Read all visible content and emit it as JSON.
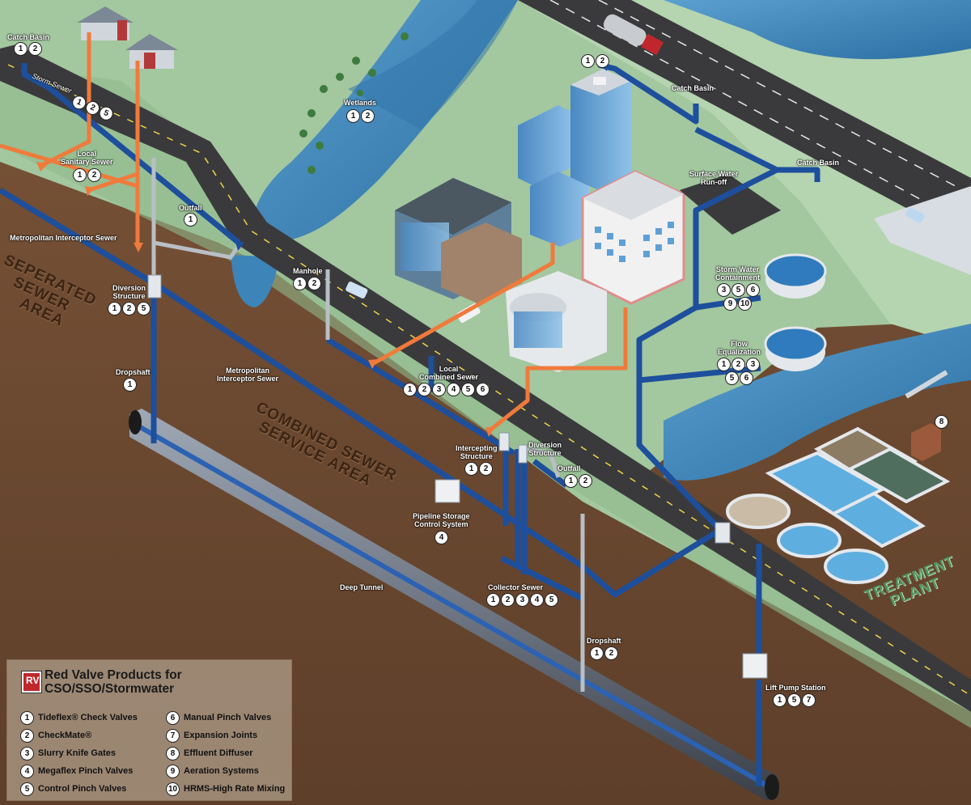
{
  "labels": {
    "catch_basin_left": "Catch Basin",
    "storm_sewer": "Storm Sewer",
    "local_sanitary_sewer": [
      "Local",
      "Sanitary Sewer"
    ],
    "metropolitan_interceptor_left": "Metropolitan Interceptor Sewer",
    "outfall_left": "Outfall",
    "wetlands": "Wetlands",
    "diversion_structure_left": [
      "Diversion",
      "Structure"
    ],
    "dropshaft_left": "Dropshaft",
    "manhole": "Manhole",
    "metropolitan_interceptor_mid": [
      "Metropolitan",
      "Interceptor Sewer"
    ],
    "local_combined_sewer": [
      "Local",
      "Combined Sewer"
    ],
    "intercepting_structure": [
      "Intercepting",
      "Structure"
    ],
    "diversion_structure_right": [
      "Diversion",
      "Structure"
    ],
    "outfall_right": "Outfall",
    "pipeline_storage": [
      "Pipeline Storage",
      "Control System"
    ],
    "deep_tunnel": "Deep Tunnel",
    "collector_sewer": "Collector Sewer",
    "dropshaft_right": "Dropshaft",
    "lift_pump_station": "Lift Pump Station",
    "catch_basin_top": "Catch Basin",
    "catch_basin_right": "Catch Basin",
    "surface_water_runoff": [
      "Surface Water",
      "Run-off"
    ],
    "storm_water_containment": [
      "Storm Water",
      "Containment"
    ],
    "flow_equalization": [
      "Flow",
      "Equalization"
    ]
  },
  "areas": {
    "separated": [
      "SEPERATED",
      "SEWER",
      "AREA"
    ],
    "combined": [
      "COMBINED SEWER",
      "SERVICE AREA"
    ],
    "treatment": [
      "TREATMENT",
      "PLANT"
    ]
  },
  "numbers": {
    "catch_basin_left": [
      "1",
      "2"
    ],
    "storm_sewer": [
      "1",
      "2",
      "5"
    ],
    "local_sanitary_sewer": [
      "1",
      "2"
    ],
    "outfall_left": [
      "1"
    ],
    "wetlands": [
      "1",
      "2"
    ],
    "diversion_structure_left": [
      "1",
      "2",
      "5"
    ],
    "dropshaft_left": [
      "1"
    ],
    "manhole": [
      "1",
      "2"
    ],
    "local_combined_sewer": [
      "1",
      "2",
      "3",
      "4",
      "5",
      "6"
    ],
    "intercepting_structure": [
      "1",
      "2"
    ],
    "outfall_right": [
      "1",
      "2"
    ],
    "pipeline_storage": [
      "4"
    ],
    "collector_sewer": [
      "1",
      "2",
      "3",
      "4",
      "5"
    ],
    "dropshaft_right": [
      "1",
      "2"
    ],
    "lift_pump_station": [
      "1",
      "5",
      "7"
    ],
    "catch_basin_top": [
      "1",
      "2"
    ],
    "storm_water_containment_a": [
      "3",
      "5",
      "6"
    ],
    "storm_water_containment_b": [
      "9",
      "10"
    ],
    "flow_equalization_a": [
      "1",
      "2",
      "3"
    ],
    "flow_equalization_b": [
      "5",
      "6"
    ],
    "effluent": [
      "8"
    ]
  },
  "legend": {
    "logo": "RV",
    "title": [
      "Red Valve Products for",
      "CSO/SSO/Stormwater"
    ],
    "left": [
      {
        "n": "1",
        "text": "Tideflex® Check Valves"
      },
      {
        "n": "2",
        "text": "CheckMate®"
      },
      {
        "n": "3",
        "text": "Slurry Knife Gates"
      },
      {
        "n": "4",
        "text": "Megaflex Pinch Valves"
      },
      {
        "n": "5",
        "text": "Control Pinch Valves"
      }
    ],
    "right": [
      {
        "n": "6",
        "text": "Manual Pinch Valves"
      },
      {
        "n": "7",
        "text": "Expansion Joints"
      },
      {
        "n": "8",
        "text": "Effluent Diffuser"
      },
      {
        "n": "9",
        "text": "Aeration Systems"
      },
      {
        "n": "10",
        "text": "HRMS-High Rate Mixing"
      }
    ]
  },
  "colors": {
    "soil": "#6b4a33",
    "grass": "#a9cca5",
    "water": "#3d84b8",
    "road": "#3a3a3c",
    "storm_pipe": "#1d4f9c",
    "sanitary_pipe": "#f07a3b"
  }
}
